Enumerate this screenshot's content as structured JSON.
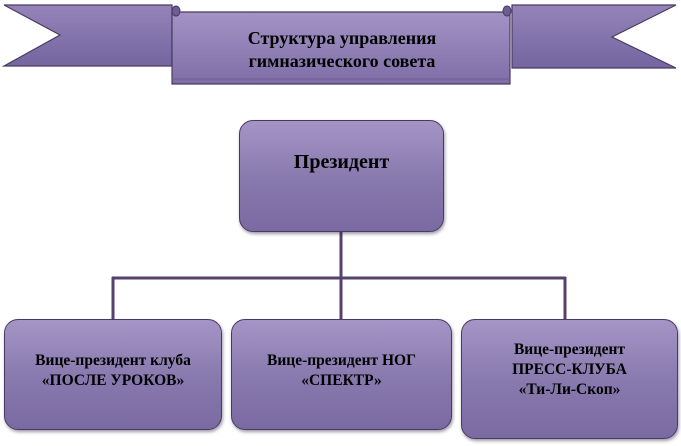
{
  "header": {
    "title_lines": [
      "Структура управления",
      "гимназического совета"
    ]
  },
  "nodes": {
    "president": {
      "label": "Президент"
    },
    "left": {
      "lines": [
        "Вице-президент клуба",
        "«ПОСЛЕ УРОКОВ»"
      ]
    },
    "middle": {
      "lines": [
        "Вице-президент НОГ",
        "«СПЕКТР»"
      ]
    },
    "right": {
      "lines": [
        "Вице-президент",
        "ПРЕСС-КЛУБА",
        "«Ти-Ли-Скоп»"
      ]
    }
  },
  "colors": {
    "box_fill": "#8778ad",
    "box_border": "#4a3a60",
    "connector": "#56406e"
  }
}
